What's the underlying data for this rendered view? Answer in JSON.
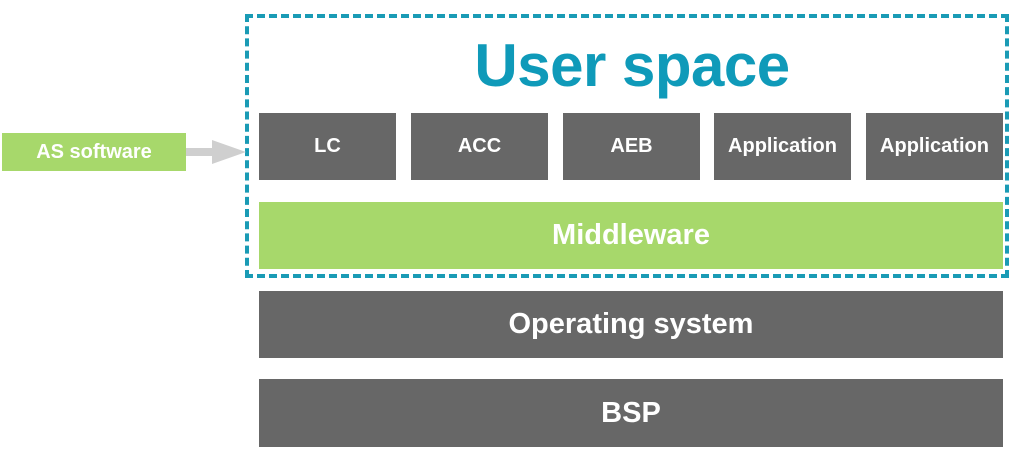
{
  "title": "User space",
  "applications": [
    "LC",
    "ACC",
    "AEB",
    "Application",
    "Application"
  ],
  "middleware": "Middleware",
  "operating_system": "Operating system",
  "bsp": "BSP",
  "as_software": "AS software",
  "colors": {
    "accent": "#0f9ab9",
    "dark_block": "#676767",
    "green_block": "#a7d86b",
    "arrow": "#cfcfcf"
  }
}
